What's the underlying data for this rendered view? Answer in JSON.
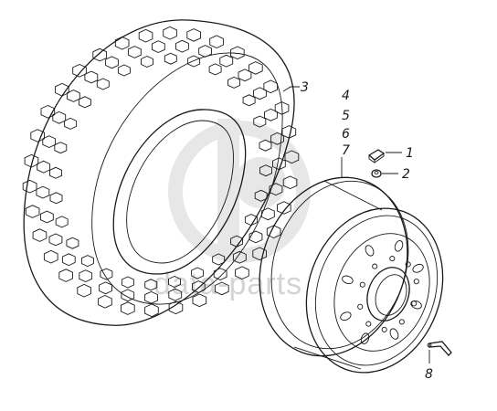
{
  "watermark": {
    "text": "data-parts",
    "color": "#d4d4d4"
  },
  "callouts": {
    "tire": "3",
    "hardware_group": [
      "4",
      "5",
      "6",
      "7"
    ],
    "part_1": "1",
    "part_2": "2",
    "valve": "8"
  },
  "colors": {
    "ink": "#1a1a1a",
    "background": "#ffffff"
  }
}
